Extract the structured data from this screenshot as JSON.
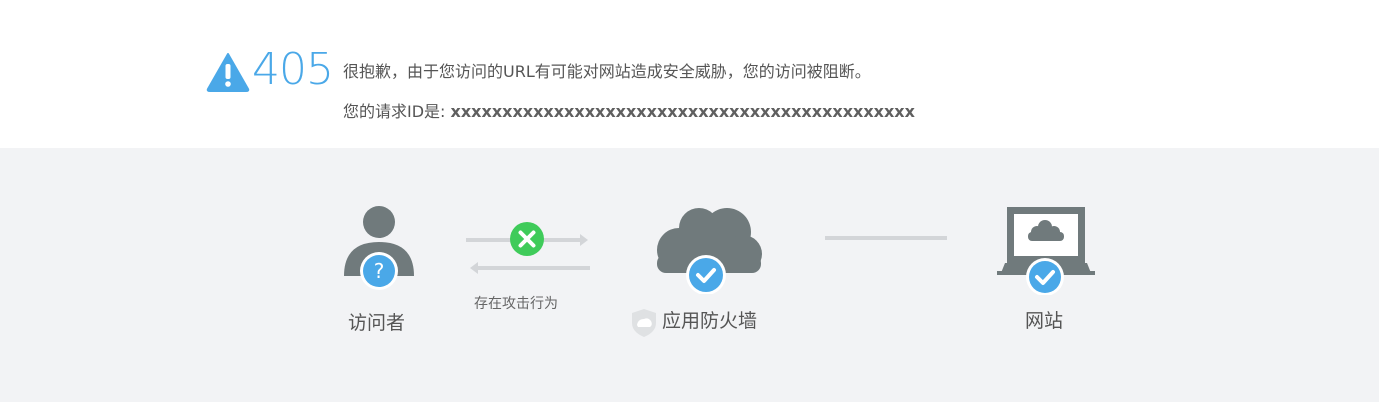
{
  "header": {
    "error_code": "405",
    "message": "很抱歉，由于您访问的URL有可能对网站造成安全威胁，您的访问被阻断。",
    "request_id_label": "您的请求ID是: ",
    "request_id_value": "xxxxxxxxxxxxxxxxxxxxxxxxxxxxxxxxxxxxxxxxxxxxx"
  },
  "diagram": {
    "visitor_label": "访问者",
    "attack_label": "存在攻击行为",
    "firewall_label": "应用防火墙",
    "website_label": "网站"
  },
  "colors": {
    "accent_blue": "#4aa8e8",
    "gray_icon": "#707a7c",
    "green_block": "#3fcb5a",
    "line_gray": "#d3d5d8",
    "background_gray": "#f2f3f5"
  },
  "icons": {
    "warning": "warning-triangle-icon",
    "visitor": "user-icon",
    "question": "question-badge-icon",
    "block": "x-circle-icon",
    "cloud": "cloud-icon",
    "check": "check-badge-icon",
    "shield": "shield-icon",
    "laptop": "laptop-icon"
  }
}
